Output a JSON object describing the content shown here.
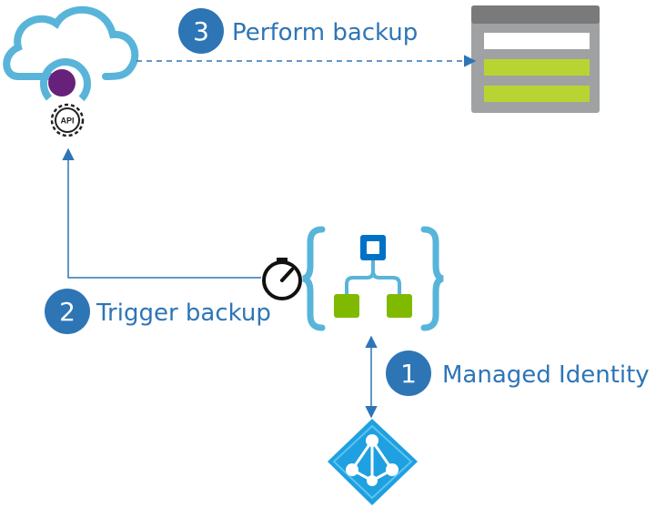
{
  "steps": [
    {
      "number": "1",
      "label": "Managed Identity"
    },
    {
      "number": "2",
      "label": "Trigger backup"
    },
    {
      "number": "3",
      "label": "Perform backup"
    }
  ],
  "api_icon_label": "API",
  "icons": {
    "service": "cloud-app-service-icon",
    "api": "api-gear-icon",
    "storage": "storage-account-icon",
    "timer": "timer-icon",
    "logic_app": "logic-app-icon",
    "identity": "azure-active-directory-icon"
  },
  "colors": {
    "accent": "#2e75b6",
    "cloud": "#59b4d9",
    "cloud_dot": "#68217a",
    "storage_frame": "#a0a1a2",
    "storage_row_green": "#b8d432",
    "logic_node_blue": "#0072c6",
    "logic_node_green": "#7fba00",
    "identity_blue": "#1fa0e0"
  }
}
